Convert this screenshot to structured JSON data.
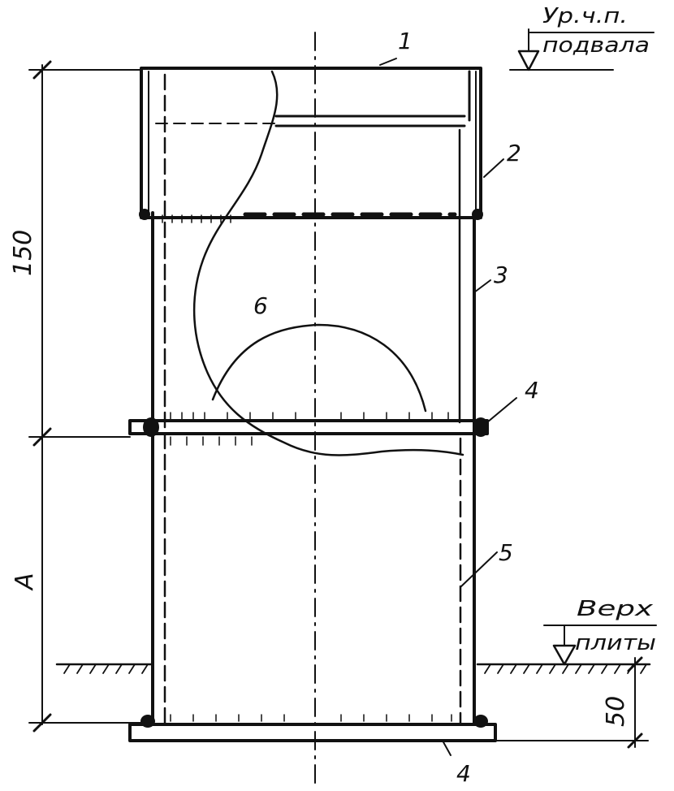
{
  "drawing": {
    "callouts": [
      "1",
      "2",
      "3",
      "4",
      "5",
      "6",
      "4"
    ],
    "level_top": {
      "line1": "Ур.ч.п.",
      "line2": "подвала"
    },
    "level_slab": {
      "line1": "Верх",
      "line2": "плиты"
    },
    "dimensions": {
      "upper": "150",
      "lower": "A",
      "slab": "50"
    },
    "colors": {
      "ink": "#111111",
      "paper": "#ffffff"
    }
  }
}
